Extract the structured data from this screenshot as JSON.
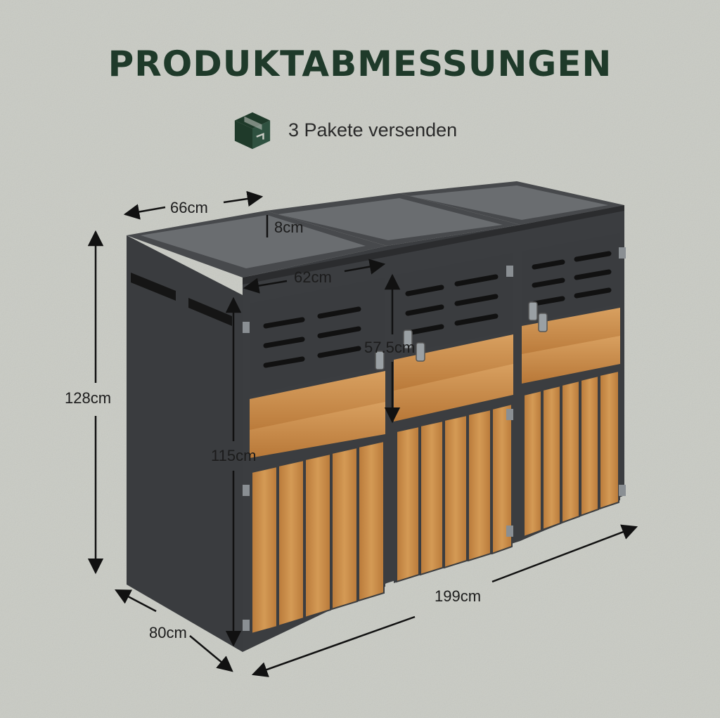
{
  "header": {
    "title": "PRODUKTABMESSUNGEN",
    "subtitle": "3 Pakete versenden",
    "icon": "package-box-icon"
  },
  "dimensions": {
    "lid_width": "66cm",
    "rim_height": "8cm",
    "inner_width": "62cm",
    "door_height": "57.5cm",
    "total_height": "128cm",
    "front_height": "115cm",
    "total_width": "199cm",
    "depth": "80cm"
  },
  "colors": {
    "background": "#c9cbc4",
    "title": "#1f3a2a",
    "frame": "#3b3d40",
    "wood": "#c98b45"
  }
}
